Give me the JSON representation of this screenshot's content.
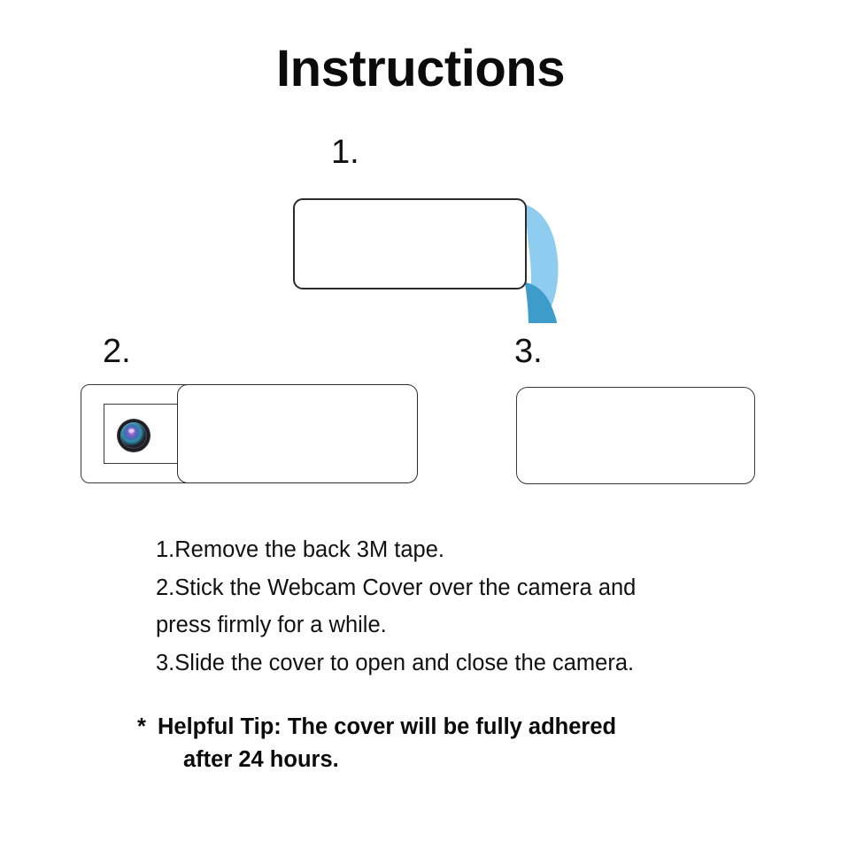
{
  "document": {
    "title": "Instructions",
    "background_color": "#ffffff",
    "text_color": "#111111"
  },
  "steps": [
    {
      "number": "1.",
      "figure_name": "cover-with-peeling-tape",
      "description": "Webcam cover shown from the back with a blue 3M adhesive tape liner peeling off the right edge",
      "colors": {
        "cover_fill": "#ffffff",
        "cover_stroke": "#2b2b2b",
        "tape_light": "#8ecdf0",
        "tape_dark": "#3d9cc9"
      }
    },
    {
      "number": "2.",
      "figure_name": "cover-open-over-camera",
      "description": "Cover slid open revealing the camera lens through the window opening",
      "colors": {
        "plate_fill": "#ffffff",
        "plate_stroke": "#3a3a3a",
        "lens_ring": "#1a1a1f",
        "lens_iris": "#7d5bc4"
      }
    },
    {
      "number": "3.",
      "figure_name": "cover-closed",
      "description": "Cover slid closed, camera hidden",
      "colors": {
        "cover_fill": "#ffffff",
        "cover_stroke": "#3a3a3a"
      }
    }
  ],
  "instructions": {
    "lines": [
      "1.Remove the back 3M tape.",
      "2.Stick the Webcam Cover over the camera and",
      "press firmly for a while.",
      "3.Slide the cover to open and close the camera."
    ]
  },
  "tip": {
    "asterisk": "*",
    "line_1": "Helpful Tip: The cover will be fully adhered",
    "line_2": "after 24 hours."
  }
}
